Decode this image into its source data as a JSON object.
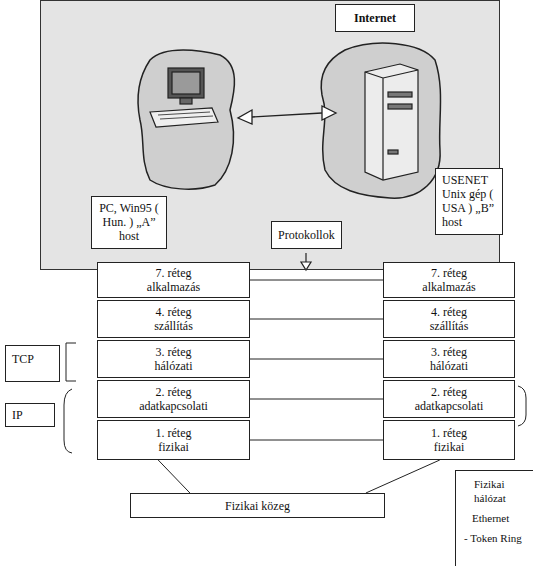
{
  "diagram": {
    "nodes": [
      {
        "text": [
          "Internet"
        ]
      },
      {
        "text": [
          "PC, Win95 ( Hun. ) „A” host"
        ],
        "in": 0
      },
      {
        "text": [
          "USENET Unix gép ( USA ) „B” host"
        ]
      },
      {
        "text": [
          "Protokollok"
        ],
        "in": 0
      },
      {
        "text": [
          "7. réteg",
          "alkalmazás"
        ]
      },
      {
        "text": [
          "4. réteg",
          "szállítás"
        ]
      },
      {
        "text": [
          "3. réteg",
          "hálózati"
        ]
      },
      {
        "text": [
          "2. réteg",
          "adatkapcsolati"
        ]
      },
      {
        "text": [
          "1. réteg",
          "fizikai"
        ]
      },
      {
        "text": [
          "7. réteg",
          "alkalmazás"
        ]
      },
      {
        "text": [
          "4. réteg",
          "szállítás"
        ]
      },
      {
        "text": [
          "3. réteg",
          "hálózati"
        ]
      },
      {
        "text": [
          "2. réteg",
          "adatkapcsolati"
        ]
      },
      {
        "text": [
          "1. réteg",
          "fizikai"
        ]
      },
      {
        "text": [
          "TCP"
        ]
      },
      {
        "text": [
          "IP"
        ]
      },
      {
        "text": [
          "Fizikai közeg"
        ]
      },
      {
        "text": [
          "Fizikai hálózat",
          "Ethernet",
          "- Token Ring"
        ]
      }
    ],
    "edges": [
      {
        "from": 4,
        "to": 9,
        "arrow": "none"
      },
      {
        "from": 5,
        "to": 10,
        "arrow": "none"
      },
      {
        "from": 6,
        "to": 11,
        "arrow": "none"
      },
      {
        "from": 7,
        "to": 12,
        "arrow": "none"
      },
      {
        "from": 8,
        "to": 13,
        "arrow": "none"
      },
      {
        "from": 8,
        "to": 16,
        "arrow": "none"
      },
      {
        "from": 13,
        "to": 16,
        "arrow": "none"
      }
    ]
  }
}
